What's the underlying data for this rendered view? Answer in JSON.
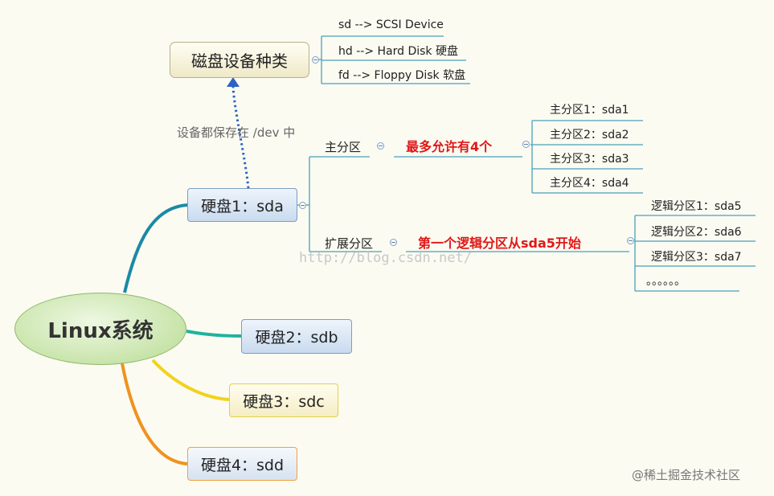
{
  "root": {
    "label": "Linux系统"
  },
  "disks": [
    {
      "label": "硬盘1：sda"
    },
    {
      "label": "硬盘2：sdb"
    },
    {
      "label": "硬盘3：sdc"
    },
    {
      "label": "硬盘4：sdd"
    }
  ],
  "device_types": {
    "label": "磁盘设备种类",
    "items": [
      "sd --> SCSI Device",
      "hd --> Hard Disk 硬盘",
      "fd --> Floppy Disk 软盘"
    ]
  },
  "dev_note": "设备都保存在 /dev 中",
  "primary": {
    "label": "主分区",
    "note": "最多允许有4个",
    "items": [
      "主分区1：sda1",
      "主分区2：sda2",
      "主分区3：sda3",
      "主分区4：sda4"
    ]
  },
  "extended": {
    "label": "扩展分区",
    "note": "第一个逻辑分区从sda5开始",
    "items": [
      "逻辑分区1：sda5",
      "逻辑分区2：sda6",
      "逻辑分区3：sda7",
      "。。。。。。"
    ]
  },
  "watermark": "http://blog.csdn.net/",
  "brand": "@稀土掘金技术社区",
  "colors": {
    "branch_blue": "#1a8aa6",
    "branch_teal": "#20b2a0",
    "branch_yellow": "#f2d21c",
    "branch_orange": "#f0921e",
    "leaf_line": "#4aa0b8",
    "dotted_arrow": "#2c63c4",
    "highlight_red": "#e01818"
  }
}
